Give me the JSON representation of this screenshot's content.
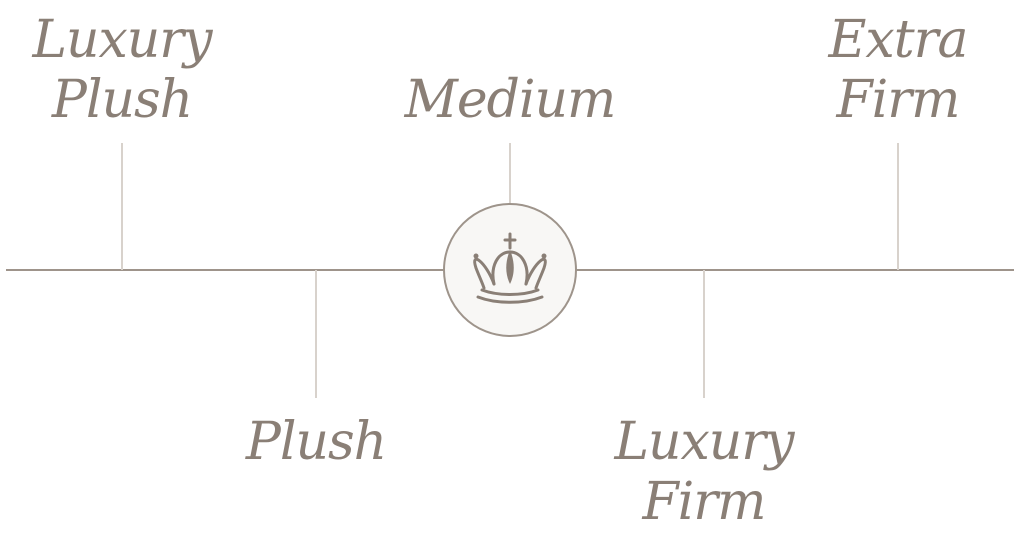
{
  "colors": {
    "text": "#8a7f76",
    "axis": "#9e948b",
    "tick": "#d8d2cc",
    "medallion_border": "#9e948b",
    "medallion_fill": "#f8f7f5",
    "crown": "#8a7f76"
  },
  "center_icon": "crown-icon",
  "levels": [
    {
      "lines": [
        "Luxury",
        "Plush"
      ],
      "side": "top"
    },
    {
      "lines": [
        "Plush"
      ],
      "side": "bottom"
    },
    {
      "lines": [
        "Medium"
      ],
      "side": "top"
    },
    {
      "lines": [
        "Luxury",
        "Firm"
      ],
      "side": "bottom"
    },
    {
      "lines": [
        "Extra",
        "Firm"
      ],
      "side": "top"
    }
  ]
}
